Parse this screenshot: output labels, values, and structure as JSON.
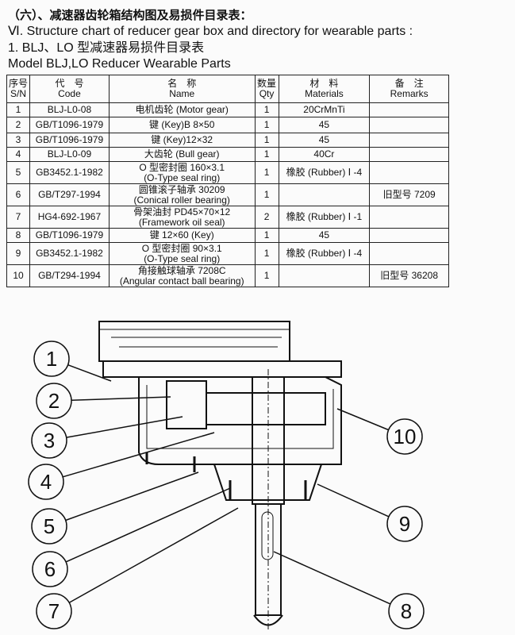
{
  "heading_cn": "（六）、减速器齿轮箱结构图及易损件目录表：",
  "heading_en": "Ⅵ. Structure chart of reducer gear box and directory for wearable parts :",
  "subheading_cn": "1. BLJ、LO 型减速器易损件目录表",
  "subheading_en": "Model BLJ,LO Reducer Wearable Parts",
  "table": {
    "headers": [
      {
        "cn": "序号",
        "en": "S/N"
      },
      {
        "cn": "代　号",
        "en": "Code"
      },
      {
        "cn": "名　称",
        "en": "Name"
      },
      {
        "cn": "数量",
        "en": "Qty"
      },
      {
        "cn": "材　料",
        "en": "Materials"
      },
      {
        "cn": "备　注",
        "en": "Remarks"
      }
    ],
    "rows": [
      {
        "sn": "1",
        "code": "BLJ-L0-08",
        "name": "电机齿轮 (Motor gear)",
        "name2": "",
        "qty": "1",
        "material": "20CrMnTi",
        "remarks": ""
      },
      {
        "sn": "2",
        "code": "GB/T1096-1979",
        "name": "键 (Key)B 8×50",
        "name2": "",
        "qty": "1",
        "material": "45",
        "remarks": ""
      },
      {
        "sn": "3",
        "code": "GB/T1096-1979",
        "name": "键 (Key)12×32",
        "name2": "",
        "qty": "1",
        "material": "45",
        "remarks": ""
      },
      {
        "sn": "4",
        "code": "BLJ-L0-09",
        "name": "大齿轮 (Bull gear)",
        "name2": "",
        "qty": "1",
        "material": "40Cr",
        "remarks": ""
      },
      {
        "sn": "5",
        "code": "GB3452.1-1982",
        "name": "O 型密封圈 160×3.1",
        "name2": "(O-Type seal ring)",
        "qty": "1",
        "material": "橡胶 (Rubber) Ⅰ -4",
        "remarks": ""
      },
      {
        "sn": "6",
        "code": "GB/T297-1994",
        "name": "圆锥滚子轴承 30209",
        "name2": "(Conical roller bearing)",
        "qty": "1",
        "material": "",
        "remarks": "旧型号 7209"
      },
      {
        "sn": "7",
        "code": "HG4-692-1967",
        "name": "骨架油封 PD45×70×12",
        "name2": "(Framework oil seal)",
        "qty": "2",
        "material": "橡胶 (Rubber) Ⅰ -1",
        "remarks": ""
      },
      {
        "sn": "8",
        "code": "GB/T1096-1979",
        "name": "键 12×60 (Key)",
        "name2": "",
        "qty": "1",
        "material": "45",
        "remarks": ""
      },
      {
        "sn": "9",
        "code": "GB3452.1-1982",
        "name": "O 型密封圈 90×3.1",
        "name2": "(O-Type seal ring)",
        "qty": "1",
        "material": "橡胶 (Rubber) Ⅰ -4",
        "remarks": ""
      },
      {
        "sn": "10",
        "code": "GB/T294-1994",
        "name": "角接触球轴承 7208C",
        "name2": "(Angular contact ball bearing)",
        "qty": "1",
        "material": "",
        "remarks": "旧型号 36208"
      }
    ]
  },
  "diagram": {
    "callouts": [
      "1",
      "2",
      "3",
      "4",
      "5",
      "6",
      "7",
      "8",
      "9",
      "10"
    ]
  }
}
